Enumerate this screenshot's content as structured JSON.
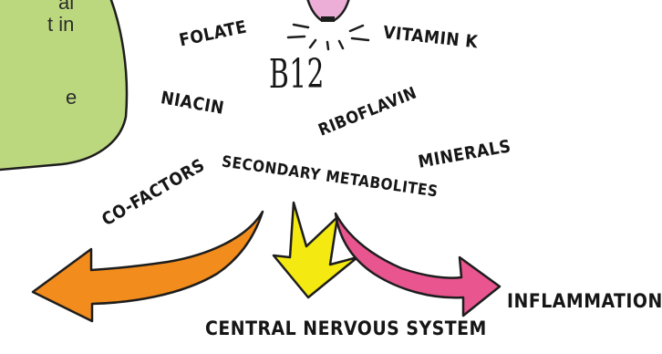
{
  "bubble": {
    "fragments": [
      "al",
      "t in",
      "e"
    ],
    "color": "#bcd87f",
    "outline": "#1d1d1d"
  },
  "center": {
    "label": "B12",
    "bulb_color": "#ecaed6"
  },
  "labels": {
    "folate": "FOLATE",
    "vitamin_k": "VITAMIN K",
    "niacin": "NIACIN",
    "riboflavin": "RIBOFLAVIN",
    "minerals": "MINERALS",
    "co_factors": "CO-FACTORS",
    "secondary_metabolites": "SECONDARY METABOLITES"
  },
  "arrows": {
    "left": {
      "color": "#f28c1c"
    },
    "center": {
      "color": "#f4ea12"
    },
    "right": {
      "color": "#e8558f"
    }
  },
  "targets": {
    "cns": "CENTRAL NERVOUS SYSTEM",
    "inflammation": "INFLAMMATION"
  },
  "icons": [
    "lightbulb-icon",
    "sparkle-lines-icon"
  ]
}
